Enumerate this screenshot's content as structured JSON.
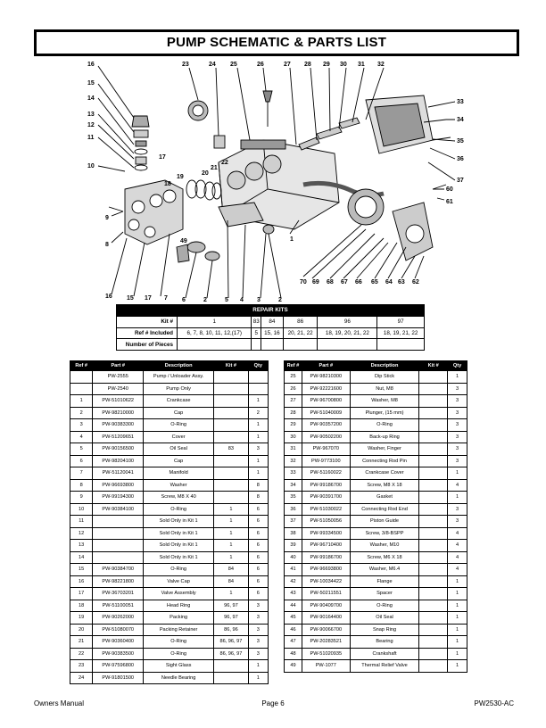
{
  "header": {
    "title": "PUMP SCHEMATIC & PARTS LIST"
  },
  "diagram": {
    "callouts": [
      "16",
      "15",
      "14",
      "13",
      "12",
      "11",
      "10",
      "23",
      "24",
      "25",
      "26",
      "27",
      "28",
      "29",
      "30",
      "31",
      "32",
      "33",
      "34",
      "35",
      "36",
      "37",
      "60",
      "61",
      "22",
      "21",
      "20",
      "19",
      "18",
      "17",
      "9",
      "8",
      "49",
      "1",
      "16",
      "15",
      "17",
      "7",
      "6",
      "2",
      "5",
      "4",
      "3",
      "2",
      "70",
      "69",
      "68",
      "67",
      "66",
      "65",
      "64",
      "63",
      "62"
    ]
  },
  "kits": {
    "header": "REPAIR KITS",
    "kit_label": "Kit #",
    "ref_label": "Ref # Included",
    "pieces_label": "Number of Pieces",
    "kit_numbers": [
      "1",
      "83",
      "84",
      "86",
      "96",
      "97"
    ],
    "ref_included": [
      "6, 7, 8, 10, 11, 12,(17)",
      "5",
      "15, 16",
      "20, 21, 22",
      "18, 19, 20, 21, 22",
      "18, 19, 21, 22"
    ]
  },
  "parts_headers": {
    "ref": "Ref #",
    "part": "Part #",
    "desc": "Description",
    "kit": "Kit #",
    "qty": "Qty"
  },
  "left_rows": [
    {
      "ref": "",
      "part": "PW-2555",
      "desc": "Pump / Unloader Assy.",
      "kit": "",
      "qty": ""
    },
    {
      "ref": "",
      "part": "PW-2540",
      "desc": "Pump Only",
      "kit": "",
      "qty": ""
    },
    {
      "ref": "1",
      "part": "PW-51010622",
      "desc": "Crankcase",
      "kit": "",
      "qty": "1"
    },
    {
      "ref": "2",
      "part": "PW-98210000",
      "desc": "Cap",
      "kit": "",
      "qty": "2"
    },
    {
      "ref": "3",
      "part": "PW-90383300",
      "desc": "O-Ring",
      "kit": "",
      "qty": "1"
    },
    {
      "ref": "4",
      "part": "PW-51209651",
      "desc": "Cover",
      "kit": "",
      "qty": "1"
    },
    {
      "ref": "5",
      "part": "PW-90156500",
      "desc": "Oil Seal",
      "kit": "83",
      "qty": "3"
    },
    {
      "ref": "6",
      "part": "PW-98204100",
      "desc": "Cap",
      "kit": "",
      "qty": "1"
    },
    {
      "ref": "7",
      "part": "PW-51120041",
      "desc": "Manifold",
      "kit": "",
      "qty": "1"
    },
    {
      "ref": "8",
      "part": "PW-96693800",
      "desc": "Washer",
      "kit": "",
      "qty": "8"
    },
    {
      "ref": "9",
      "part": "PW-99194300",
      "desc": "Screw, M8 X 40",
      "kit": "",
      "qty": "8"
    },
    {
      "ref": "10",
      "part": "PW-90384100",
      "desc": "O-Ring",
      "kit": "1",
      "qty": "6"
    },
    {
      "ref": "11",
      "part": "",
      "desc": "Sold Only in Kit 1",
      "kit": "1",
      "qty": "6"
    },
    {
      "ref": "12",
      "part": "",
      "desc": "Sold Only in Kit 1",
      "kit": "1",
      "qty": "6"
    },
    {
      "ref": "13",
      "part": "",
      "desc": "Sold Only in Kit 1",
      "kit": "1",
      "qty": "6"
    },
    {
      "ref": "14",
      "part": "",
      "desc": "Sold Only in Kit 1",
      "kit": "1",
      "qty": "6"
    },
    {
      "ref": "15",
      "part": "PW-90384700",
      "desc": "O-Ring",
      "kit": "84",
      "qty": "6"
    },
    {
      "ref": "16",
      "part": "PW-98221800",
      "desc": "Valve Cap",
      "kit": "84",
      "qty": "6"
    },
    {
      "ref": "17",
      "part": "PW-36703201",
      "desc": "Valve Assembly",
      "kit": "1",
      "qty": "6"
    },
    {
      "ref": "18",
      "part": "PW-51100051",
      "desc": "Head Ring",
      "kit": "96, 97",
      "qty": "3"
    },
    {
      "ref": "19",
      "part": "PW-90262000",
      "desc": "Packing",
      "kit": "96, 97",
      "qty": "3"
    },
    {
      "ref": "20",
      "part": "PW-51080070",
      "desc": "Packing Retainer",
      "kit": "86, 96",
      "qty": "3"
    },
    {
      "ref": "21",
      "part": "PW-90360400",
      "desc": "O-Ring",
      "kit": "86, 96, 97",
      "qty": "3"
    },
    {
      "ref": "22",
      "part": "PW-90383500",
      "desc": "O-Ring",
      "kit": "86, 96, 97",
      "qty": "3"
    },
    {
      "ref": "23",
      "part": "PW-97596800",
      "desc": "Sight Glass",
      "kit": "",
      "qty": "1"
    },
    {
      "ref": "24",
      "part": "PW-91801500",
      "desc": "Needle Bearing",
      "kit": "",
      "qty": "1"
    }
  ],
  "right_rows": [
    {
      "ref": "25",
      "part": "PW-98210300",
      "desc": "Dip Stick",
      "kit": "",
      "qty": "1"
    },
    {
      "ref": "26",
      "part": "PW-92221600",
      "desc": "Nut, M8",
      "kit": "",
      "qty": "3"
    },
    {
      "ref": "27",
      "part": "PW-96700800",
      "desc": "Washer, M8",
      "kit": "",
      "qty": "3"
    },
    {
      "ref": "28",
      "part": "PW-51040009",
      "desc": "Plunger, (15 mm)",
      "kit": "",
      "qty": "3"
    },
    {
      "ref": "29",
      "part": "PW-90357200",
      "desc": "O-Ring",
      "kit": "",
      "qty": "3"
    },
    {
      "ref": "30",
      "part": "PW-90502200",
      "desc": "Back-up Ring",
      "kit": "",
      "qty": "3"
    },
    {
      "ref": "31",
      "part": "PW-967070",
      "desc": "Washer, Finger",
      "kit": "",
      "qty": "3"
    },
    {
      "ref": "32",
      "part": "PW-9773100",
      "desc": "Connecting Rod Pin",
      "kit": "",
      "qty": "3"
    },
    {
      "ref": "33",
      "part": "PW-51160022",
      "desc": "Crankcase Cover",
      "kit": "",
      "qty": "1"
    },
    {
      "ref": "34",
      "part": "PW-99186700",
      "desc": "Screw, M8 X 18",
      "kit": "",
      "qty": "4"
    },
    {
      "ref": "35",
      "part": "PW-90391700",
      "desc": "Gasket",
      "kit": "",
      "qty": "1"
    },
    {
      "ref": "36",
      "part": "PW-51030022",
      "desc": "Connecting Rod End",
      "kit": "",
      "qty": "3"
    },
    {
      "ref": "37",
      "part": "PW-51050056",
      "desc": "Piston Guide",
      "kit": "",
      "qty": "3"
    },
    {
      "ref": "38",
      "part": "PW-99334500",
      "desc": "Screw, 3/8-BSPP",
      "kit": "",
      "qty": "4"
    },
    {
      "ref": "39",
      "part": "PW-96710400",
      "desc": "Washer, M10",
      "kit": "",
      "qty": "4"
    },
    {
      "ref": "40",
      "part": "PW-99186700",
      "desc": "Screw, M6 X 18",
      "kit": "",
      "qty": "4"
    },
    {
      "ref": "41",
      "part": "PW-96693800",
      "desc": "Washer, M6.4",
      "kit": "",
      "qty": "4"
    },
    {
      "ref": "42",
      "part": "PW-10034422",
      "desc": "Flange",
      "kit": "",
      "qty": "1"
    },
    {
      "ref": "43",
      "part": "PW-50211551",
      "desc": "Spacer",
      "kit": "",
      "qty": "1"
    },
    {
      "ref": "44",
      "part": "PW-90409700",
      "desc": "O-Ring",
      "kit": "",
      "qty": "1"
    },
    {
      "ref": "45",
      "part": "PW-90164400",
      "desc": "Oil Seal",
      "kit": "",
      "qty": "1"
    },
    {
      "ref": "46",
      "part": "PW-90066700",
      "desc": "Snap Ring",
      "kit": "",
      "qty": "1"
    },
    {
      "ref": "47",
      "part": "PW-20283521",
      "desc": "Bearing",
      "kit": "",
      "qty": "1"
    },
    {
      "ref": "48",
      "part": "PW-51020935",
      "desc": "Crankshaft",
      "kit": "",
      "qty": "1"
    },
    {
      "ref": "49",
      "part": "PW-1077",
      "desc": "Thermal Relief Valve",
      "kit": "",
      "qty": "1"
    }
  ],
  "footer": {
    "left": "Owners Manual",
    "center": "Page 6",
    "right": "PW2530-AC"
  }
}
